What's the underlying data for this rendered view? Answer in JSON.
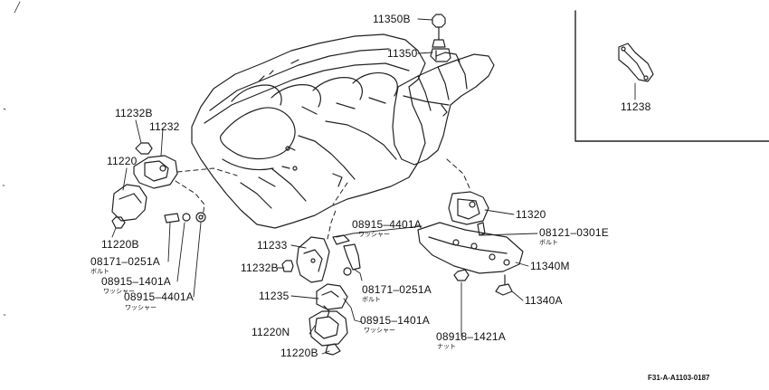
{
  "labels": {
    "p11350b": "11350B",
    "p11350": "11350",
    "p11238": "11238",
    "p11232b": "11232B",
    "p11232": "11232",
    "p11220": "11220",
    "p11220b": "11220B",
    "p08171_0251a_left": "08171–0251A",
    "p08915_1401a_left": "08915–1401A",
    "p08915_4401a_left": "08915–4401A",
    "p11233": "11233",
    "p11232b_lower": "11232B",
    "p11235": "11235",
    "p11220n": "11220N",
    "p11220b_lower": "11220B",
    "p08915_4401a_center": "08915–4401A",
    "p08171_0251a_center": "08171–0251A",
    "p08915_1401a_center": "08915–1401A",
    "p11320": "11320",
    "p08121_0301e": "08121–0301E",
    "p11340m": "11340M",
    "p11340a": "11340A",
    "p08918_1421a": "08918–1421A"
  },
  "sublabels": {
    "bolt_left": "ボルト",
    "washer_left_1": "ワッシャー",
    "washer_left_2": "ワッシャー",
    "washer_center_1": "ワッシャー",
    "bolt_center": "ボルト",
    "washer_center_2": "ワッシャー",
    "bolt_right": "ボルト",
    "nut": "ナット"
  },
  "footer_code": "F31-A-A1103-0187"
}
